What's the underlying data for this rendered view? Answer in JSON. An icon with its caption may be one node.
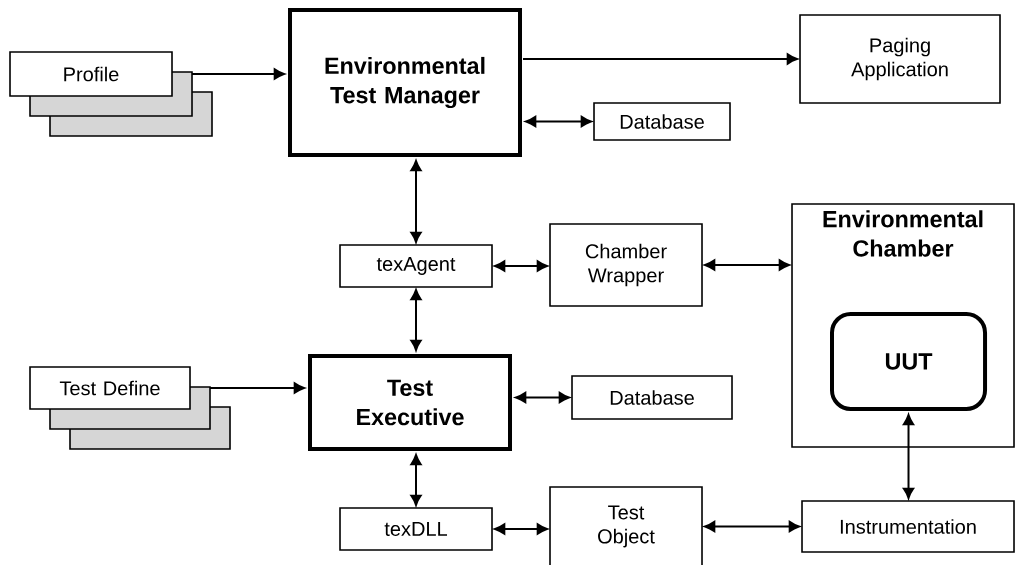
{
  "diagram": {
    "nodes": [
      {
        "text": [
          "Profile"
        ]
      },
      {
        "text": [
          "Environmental Test Manager"
        ]
      },
      {
        "text": [
          "Paging Application"
        ]
      },
      {
        "text": [
          "Database"
        ]
      },
      {
        "text": [
          "texAgent"
        ]
      },
      {
        "text": [
          "Chamber Wrapper"
        ]
      },
      {
        "text": [
          "Environmental Chamber"
        ]
      },
      {
        "text": [
          "UUT"
        ],
        "in": 6
      },
      {
        "text": [
          "Test Define"
        ]
      },
      {
        "text": [
          "Test Executive"
        ]
      },
      {
        "text": [
          "Database"
        ]
      },
      {
        "text": [
          "texDLL"
        ]
      },
      {
        "text": [
          "Test Object"
        ]
      },
      {
        "text": [
          "Instrumentation"
        ]
      }
    ],
    "edges": [
      {
        "from": 0,
        "to": 1,
        "arrow": "to"
      },
      {
        "from": 1,
        "to": 2,
        "arrow": "to"
      },
      {
        "from": 1,
        "to": 3,
        "arrow": "both"
      },
      {
        "from": 1,
        "to": 4,
        "arrow": "both"
      },
      {
        "from": 4,
        "to": 5,
        "arrow": "both"
      },
      {
        "from": 5,
        "to": 6,
        "arrow": "both"
      },
      {
        "from": 4,
        "to": 9,
        "arrow": "both"
      },
      {
        "from": 8,
        "to": 9,
        "arrow": "to"
      },
      {
        "from": 9,
        "to": 10,
        "arrow": "both"
      },
      {
        "from": 9,
        "to": 11,
        "arrow": "both"
      },
      {
        "from": 11,
        "to": 12,
        "arrow": "both"
      },
      {
        "from": 12,
        "to": 13,
        "arrow": "both"
      },
      {
        "from": 7,
        "to": 13,
        "arrow": "both"
      }
    ]
  }
}
